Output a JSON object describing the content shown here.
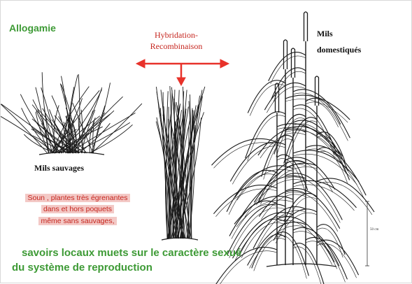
{
  "title": "Allogamie",
  "arrow_label": {
    "line1": "Hybridation-",
    "line2": "Recombinaison"
  },
  "wild": {
    "label": "Mils sauvages"
  },
  "domestic": {
    "line1": "Mils",
    "line2": "domestiqués"
  },
  "note": {
    "line1": "Soun , plantes très égrenantes",
    "line2": "dans et hors poquets",
    "line3": "même sans sauvages,"
  },
  "footer": {
    "line1": "savoirs locaux muets sur le caractère sexué",
    "line2": "du système de reproduction"
  },
  "scale": {
    "label": "50 cm"
  },
  "colors": {
    "green": "#3d9a35",
    "red": "#c5251e",
    "ink": "#1a1a1a"
  }
}
